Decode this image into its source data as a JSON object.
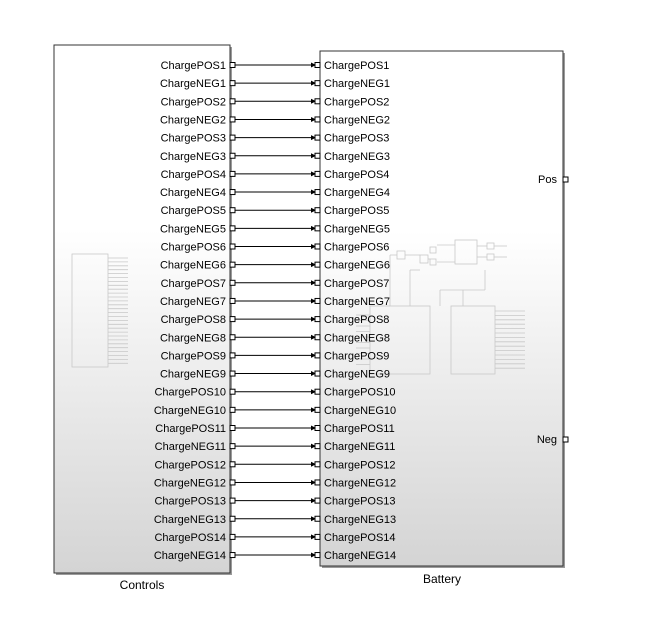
{
  "controls": {
    "title": "Controls",
    "ports": [
      "ChargePOS1",
      "ChargeNEG1",
      "ChargePOS2",
      "ChargeNEG2",
      "ChargePOS3",
      "ChargeNEG3",
      "ChargePOS4",
      "ChargeNEG4",
      "ChargePOS5",
      "ChargeNEG5",
      "ChargePOS6",
      "ChargeNEG6",
      "ChargePOS7",
      "ChargeNEG7",
      "ChargePOS8",
      "ChargeNEG8",
      "ChargePOS9",
      "ChargeNEG9",
      "ChargePOS10",
      "ChargeNEG10",
      "ChargePOS11",
      "ChargeNEG11",
      "ChargePOS12",
      "ChargeNEG12",
      "ChargePOS13",
      "ChargeNEG13",
      "ChargePOS14",
      "ChargeNEG14"
    ]
  },
  "battery": {
    "title": "Battery",
    "ports": [
      "ChargePOS1",
      "ChargeNEG1",
      "ChargePOS2",
      "ChargeNEG2",
      "ChargePOS3",
      "ChargeNEG3",
      "ChargePOS4",
      "ChargeNEG4",
      "ChargePOS5",
      "ChargeNEG5",
      "ChargePOS6",
      "ChargeNEG6",
      "ChargePOS7",
      "ChargeNEG7",
      "ChargePOS8",
      "ChargeNEG8",
      "ChargePOS9",
      "ChargeNEG9",
      "ChargePOS10",
      "ChargeNEG10",
      "ChargePOS11",
      "ChargeNEG11",
      "ChargePOS12",
      "ChargeNEG12",
      "ChargePOS13",
      "ChargeNEG13",
      "ChargePOS14",
      "ChargeNEG14"
    ],
    "out_pos": "Pos",
    "out_neg": "Neg"
  },
  "colors": {
    "line": "#000000",
    "block_border": "#333333",
    "gradient_top": "#ffffff",
    "gradient_bottom": "#d6d6d6",
    "faint": "#c8c8c8"
  }
}
